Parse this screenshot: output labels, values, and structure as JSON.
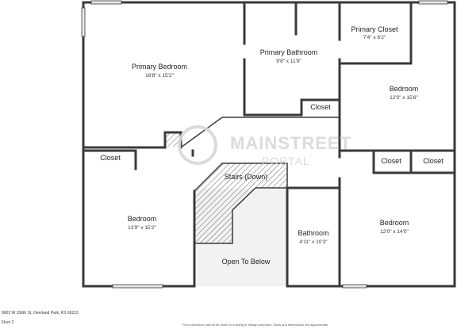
{
  "floor_plan": {
    "rooms": [
      {
        "key": "primary_bedroom",
        "name": "Primary Bedroom",
        "dimensions": "16'8\" x 15'2\""
      },
      {
        "key": "primary_bathroom",
        "name": "Primary Bathroom",
        "dimensions": "9'8\" x 11'9\""
      },
      {
        "key": "primary_closet",
        "name": "Primary Closet",
        "dimensions": "7'4\" x 6'2\""
      },
      {
        "key": "bedroom_ne",
        "name": "Bedroom",
        "dimensions": "12'0\" x 15'6\""
      },
      {
        "key": "closet_mid",
        "name": "Closet"
      },
      {
        "key": "closet_w",
        "name": "Closet"
      },
      {
        "key": "stairs",
        "name": "Stairs (Down)"
      },
      {
        "key": "closet_se_1",
        "name": "Closet"
      },
      {
        "key": "closet_se_2",
        "name": "Closet"
      },
      {
        "key": "bedroom_sw",
        "name": "Bedroom",
        "dimensions": "13'9\" x 15'2\""
      },
      {
        "key": "bedroom_se",
        "name": "Bedroom",
        "dimensions": "12'0\" x 14'0\""
      },
      {
        "key": "bathroom",
        "name": "Bathroom",
        "dimensions": "4'11\" x 10'3\""
      },
      {
        "key": "open_to_below",
        "name": "Open To Below"
      }
    ],
    "watermark": {
      "line1": "MAINSTREET",
      "line2": "PORTAL"
    }
  },
  "footer": {
    "address": "6603 W 156th St, Overland Park, KS 66223",
    "floor": "Floor 2",
    "disclaimer": "Floor plans/tour cannot be used for building or design purposes. Sizes and dimensions are approximate."
  },
  "colors": {
    "wall": "#3a3a3a",
    "floor": "#ffffff",
    "open_to_below": "#f2f2f2",
    "stair_hatch": "#555555",
    "window": "#e6e6e6",
    "watermark": "#d8d8d8"
  }
}
